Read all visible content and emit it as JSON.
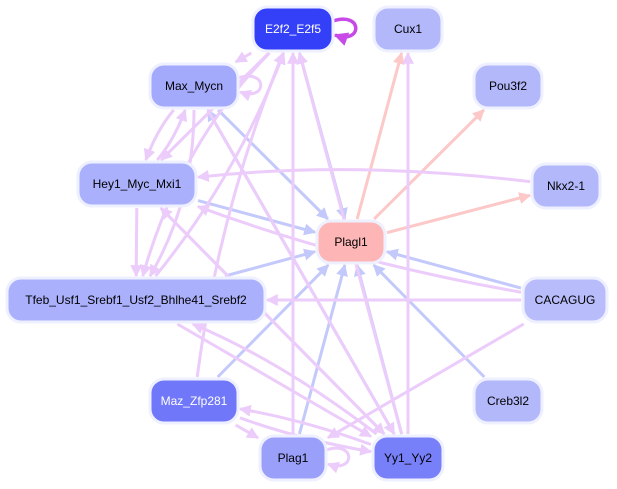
{
  "graph": {
    "edge_colors": {
      "purple": "#ecccfa",
      "blue": "#c4c9fb",
      "pink": "#fcc8c8",
      "magenta": "#c74ae8"
    },
    "nodes": [
      {
        "id": "E2f2_E2f5",
        "label": "E2f2_E2f5",
        "fill": "#3340f7",
        "text": "#ffffff"
      },
      {
        "id": "Cux1",
        "label": "Cux1",
        "fill": "#b3b8fb",
        "text": "#000000"
      },
      {
        "id": "Max_Mycn",
        "label": "Max_Mycn",
        "fill": "#a3a9fb",
        "text": "#000000"
      },
      {
        "id": "Pou3f2",
        "label": "Pou3f2",
        "fill": "#b3b8fb",
        "text": "#000000"
      },
      {
        "id": "Hey1_Myc_Mxi1",
        "label": "Hey1_Myc_Mxi1",
        "fill": "#aab0fb",
        "text": "#000000"
      },
      {
        "id": "Nkx2-1",
        "label": "Nkx2-1",
        "fill": "#b3b8fb",
        "text": "#000000"
      },
      {
        "id": "Plagl1",
        "label": "Plagl1",
        "fill": "#fdb5b5",
        "text": "#000000"
      },
      {
        "id": "Tfeb_Usf1_Srebf1_Usf2_Bhlhe41_Srebf2",
        "label": "Tfeb_Usf1_Srebf1_Usf2_Bhlhe41_Srebf2",
        "fill": "#aab0fb",
        "text": "#000000"
      },
      {
        "id": "CACAGUG",
        "label": "CACAGUG",
        "fill": "#b8bcfb",
        "text": "#000000"
      },
      {
        "id": "Maz_Zfp281",
        "label": "Maz_Zfp281",
        "fill": "#7078f9",
        "text": "#ffffff"
      },
      {
        "id": "Creb3l2",
        "label": "Creb3l2",
        "fill": "#b3b8fb",
        "text": "#000000"
      },
      {
        "id": "Plag1",
        "label": "Plag1",
        "fill": "#9aa0fa",
        "text": "#000000"
      },
      {
        "id": "Yy1_Yy2",
        "label": "Yy1_Yy2",
        "fill": "#7880f9",
        "text": "#000000"
      }
    ],
    "edges": [
      {
        "from": "E2f2_E2f5",
        "to": "E2f2_E2f5",
        "color": "magenta"
      },
      {
        "from": "Max_Mycn",
        "to": "Max_Mycn",
        "color": "purple"
      },
      {
        "from": "Plag1",
        "to": "Plag1",
        "color": "purple"
      },
      {
        "from": "E2f2_E2f5",
        "to": "Plagl1",
        "color": "blue"
      },
      {
        "from": "Max_Mycn",
        "to": "Plagl1",
        "color": "blue"
      },
      {
        "from": "Hey1_Myc_Mxi1",
        "to": "Plagl1",
        "color": "blue"
      },
      {
        "from": "Tfeb_Usf1_Srebf1_Usf2_Bhlhe41_Srebf2",
        "to": "Plagl1",
        "color": "blue"
      },
      {
        "from": "Maz_Zfp281",
        "to": "Plagl1",
        "color": "blue"
      },
      {
        "from": "Plag1",
        "to": "Plagl1",
        "color": "blue"
      },
      {
        "from": "Yy1_Yy2",
        "to": "Plagl1",
        "color": "blue"
      },
      {
        "from": "CACAGUG",
        "to": "Plagl1",
        "color": "blue"
      },
      {
        "from": "Creb3l2",
        "to": "Plagl1",
        "color": "blue"
      },
      {
        "from": "Yy1_Yy2",
        "to": "Max_Mycn",
        "color": "blue"
      },
      {
        "from": "Plagl1",
        "to": "Cux1",
        "color": "pink"
      },
      {
        "from": "Plagl1",
        "to": "Pou3f2",
        "color": "pink"
      },
      {
        "from": "Plagl1",
        "to": "Nkx2-1",
        "color": "pink"
      },
      {
        "from": "E2f2_E2f5",
        "to": "Max_Mycn",
        "color": "purple"
      },
      {
        "from": "E2f2_E2f5",
        "to": "Hey1_Myc_Mxi1",
        "color": "purple"
      },
      {
        "from": "Max_Mycn",
        "to": "Hey1_Myc_Mxi1",
        "color": "purple"
      },
      {
        "from": "Hey1_Myc_Mxi1",
        "to": "Max_Mycn",
        "color": "purple"
      },
      {
        "from": "Hey1_Myc_Mxi1",
        "to": "Tfeb_Usf1_Srebf1_Usf2_Bhlhe41_Srebf2",
        "color": "purple"
      },
      {
        "from": "E2f2_E2f5",
        "to": "Tfeb_Usf1_Srebf1_Usf2_Bhlhe41_Srebf2",
        "color": "purple"
      },
      {
        "from": "Max_Mycn",
        "to": "Tfeb_Usf1_Srebf1_Usf2_Bhlhe41_Srebf2",
        "color": "purple"
      },
      {
        "from": "Nkx2-1",
        "to": "Hey1_Myc_Mxi1",
        "color": "purple"
      },
      {
        "from": "CACAGUG",
        "to": "Hey1_Myc_Mxi1",
        "color": "purple"
      },
      {
        "from": "CACAGUG",
        "to": "Tfeb_Usf1_Srebf1_Usf2_Bhlhe41_Srebf2",
        "color": "purple"
      },
      {
        "from": "CACAGUG",
        "to": "Plag1",
        "color": "purple"
      },
      {
        "from": "Yy1_Yy2",
        "to": "Cux1",
        "color": "purple"
      },
      {
        "from": "Yy1_Yy2",
        "to": "E2f2_E2f5",
        "color": "purple"
      },
      {
        "from": "Plag1",
        "to": "E2f2_E2f5",
        "color": "purple"
      },
      {
        "from": "Maz_Zfp281",
        "to": "E2f2_E2f5",
        "color": "purple"
      },
      {
        "from": "Tfeb_Usf1_Srebf1_Usf2_Bhlhe41_Srebf2",
        "to": "E2f2_E2f5",
        "color": "purple"
      },
      {
        "from": "Yy1_Yy2",
        "to": "Tfeb_Usf1_Srebf1_Usf2_Bhlhe41_Srebf2",
        "color": "purple"
      },
      {
        "from": "Yy1_Yy2",
        "to": "Hey1_Myc_Mxi1",
        "color": "purple"
      },
      {
        "from": "Maz_Zfp281",
        "to": "Plag1",
        "color": "purple"
      },
      {
        "from": "Maz_Zfp281",
        "to": "Yy1_Yy2",
        "color": "purple"
      },
      {
        "from": "Max_Mycn",
        "to": "Yy1_Yy2",
        "color": "purple"
      },
      {
        "from": "Tfeb_Usf1_Srebf1_Usf2_Bhlhe41_Srebf2",
        "to": "Yy1_Yy2",
        "color": "purple"
      },
      {
        "from": "Yy1_Yy2",
        "to": "Maz_Zfp281",
        "color": "purple"
      },
      {
        "from": "Hey1_Myc_Mxi1",
        "to": "Yy1_Yy2",
        "color": "purple"
      }
    ]
  }
}
